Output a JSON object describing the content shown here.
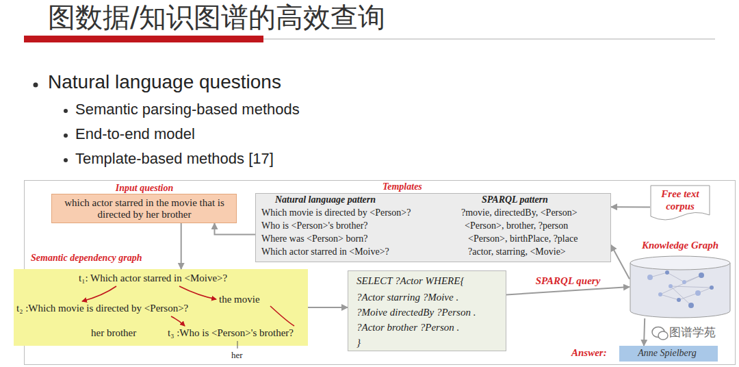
{
  "diagram": {
    "title": "图数据/知识图谱的高效查询",
    "nodes": [
      {
        "text": [
          "Input question",
          "which actor starred in the movie that is directed by her brother"
        ]
      },
      {
        "text": [
          "Templates",
          "Natural language pattern",
          "SPARQL pattern",
          "Which movie is directed by <Person>?",
          "?movie, directedBy, <Person>",
          "Who is <Person>'s brother?",
          "<Person>, brother, ?person",
          "Where was <Person> born?",
          "<Person>, birthPlace, ?place",
          "Which actor starred in <Moive>?",
          "?actor, starring, <Movie>"
        ]
      },
      {
        "text": [
          "Free text corpus"
        ]
      },
      {
        "text": [
          "Knowledge Graph"
        ]
      },
      {
        "text": [
          "Semantic dependency graph",
          "t₁: Which actor starred in <Moive>?",
          "the movie",
          "t₂ :Which movie is directed by <Person>?",
          "her brother",
          "t₃ :Who is <Person>'s brother?"
        ]
      },
      {
        "text": [
          "SELECT ?Actor WHERE{",
          "?Actor starring ?Moive .",
          "?Moive directedBy ?Person .",
          "?Actor brother ?Person .",
          "}"
        ]
      },
      {
        "text": [
          "Anne Spielberg"
        ]
      }
    ],
    "edges": [
      {
        "from": 1,
        "to": 0,
        "arrow": "to"
      },
      {
        "from": 0,
        "to": 4,
        "arrow": "to"
      },
      {
        "from": 4,
        "to": 5,
        "arrow": "to"
      },
      {
        "from": 5,
        "to": 3,
        "label": "SPARQL query",
        "arrow": "to"
      },
      {
        "from": 2,
        "to": 1,
        "arrow": "to"
      },
      {
        "from": 3,
        "to": 1,
        "arrow": "to"
      },
      {
        "from": 3,
        "to": 6,
        "arrow": "to"
      }
    ],
    "labels": [
      "Natural language questions",
      "Semantic parsing-based methods",
      "End-to-end model",
      "Template-based methods [17]",
      "her",
      "Answer:",
      "图谱学苑"
    ]
  }
}
